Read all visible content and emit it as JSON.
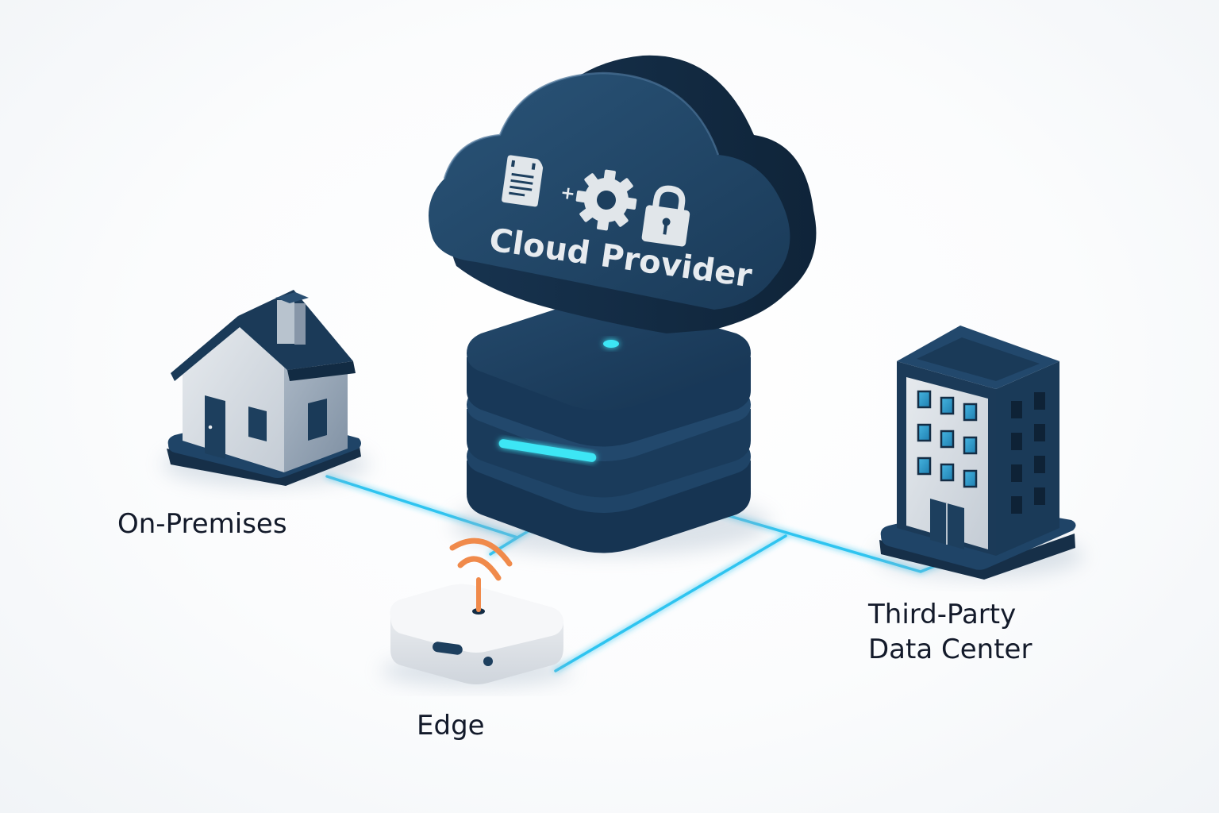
{
  "diagram": {
    "title": "Cloud Provider",
    "center_node": {
      "label": "Cloud Provider",
      "icons": [
        "document-icon",
        "plus-icon",
        "gear-icon",
        "lock-icon"
      ],
      "plus_symbol": "+",
      "base": "server-stack"
    },
    "nodes": [
      {
        "id": "on-premises",
        "label": "On-Premises",
        "icon": "house-icon"
      },
      {
        "id": "edge",
        "label": "Edge",
        "icon": "wifi-router-icon"
      },
      {
        "id": "third-party",
        "label": "Third-Party\nData Center",
        "icon": "office-building-icon"
      }
    ],
    "connections": [
      {
        "from": "on-premises",
        "to": "cloud-provider"
      },
      {
        "from": "edge",
        "to": "cloud-provider"
      },
      {
        "from": "edge",
        "to": "third-party"
      },
      {
        "from": "cloud-provider",
        "to": "third-party"
      }
    ],
    "colors": {
      "navy": "#1d3f5e",
      "navy_dark": "#142d45",
      "link_cyan": "#2ec4f0",
      "glow_cyan": "#3ee6f5",
      "wifi_orange": "#f08a4b",
      "label_text": "#131a2a",
      "icon_light": "#e1e6ea"
    }
  }
}
